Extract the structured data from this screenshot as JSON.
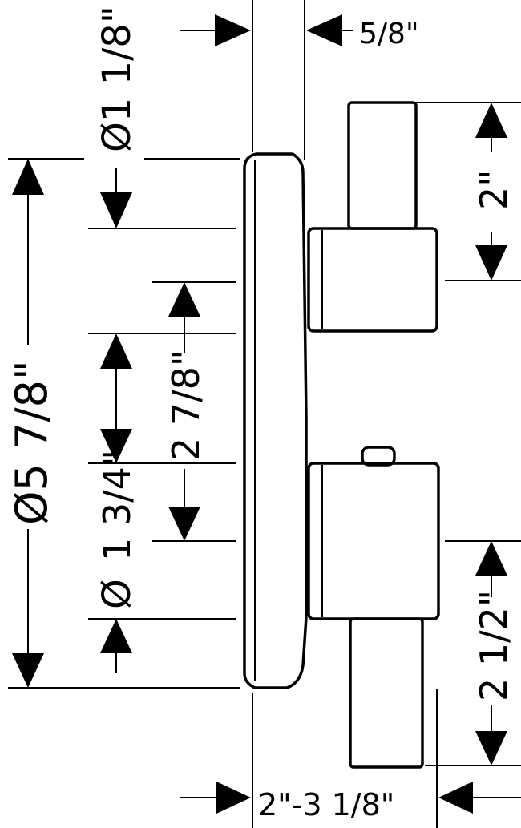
{
  "dimensions": {
    "top_offset": "5/8\"",
    "trim_diameter": "Ø5 7/8\"",
    "small_knob_diameter": "Ø1 1/8\"",
    "small_knob_length": "2\"",
    "center_distance": "2 7/8\"",
    "collar_size": "1 3/4\"",
    "bottom_diameter_symbol": "Ø",
    "large_knob_length": "2 1/2\"",
    "projection_range": "2\"-3 1/8\""
  }
}
